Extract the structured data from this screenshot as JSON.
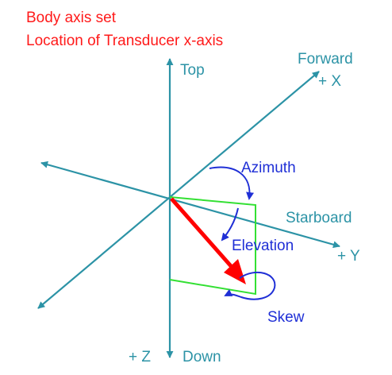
{
  "title": {
    "line1": "Body axis set",
    "line2": "Location of Transducer x-axis"
  },
  "axes": {
    "top": "Top",
    "forward": "Forward",
    "plus_x": "+ X",
    "starboard": "Starboard",
    "plus_y": "+ Y",
    "plus_z": "+ Z",
    "down": "Down"
  },
  "rotations": {
    "azimuth": "Azimuth",
    "elevation": "Elevation",
    "skew": "Skew"
  },
  "colors": {
    "axis": "#2c93a6",
    "title": "#ff1a1a",
    "transducer_vector": "#ff0000",
    "rotation_arrows": "#1f2fd6",
    "projection_box": "#33e033"
  }
}
